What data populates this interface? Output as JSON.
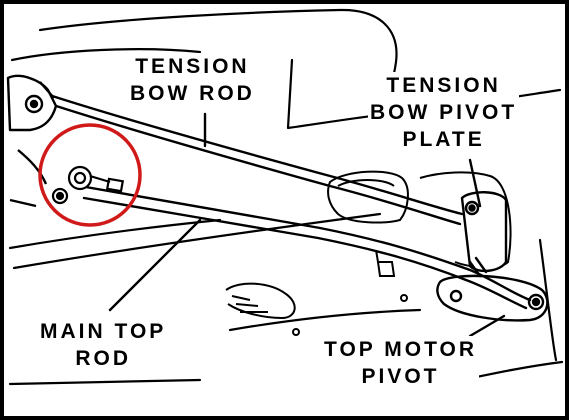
{
  "labels": {
    "tension_bow_rod": [
      "TENSION",
      "BOW ROD"
    ],
    "tension_bow_pivot_plate": [
      "TENSION",
      "BOW PIVOT",
      "PLATE"
    ],
    "main_top_rod": [
      "MAIN TOP",
      "ROD"
    ],
    "top_motor_pivot": [
      "TOP MOTOR",
      "PIVOT"
    ]
  },
  "colors": {
    "line": "#000000",
    "background": "#ffffff",
    "highlight": "#d01a1a"
  }
}
